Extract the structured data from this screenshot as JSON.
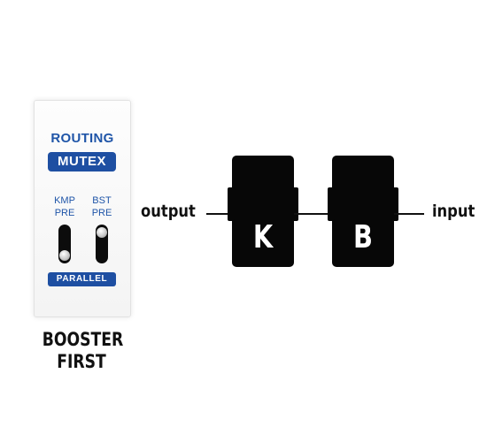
{
  "routing_panel": {
    "title": "ROUTING",
    "mode_badge": "MUTEX",
    "switch_left": {
      "line1": "KMP",
      "line2": "PRE"
    },
    "switch_right": {
      "line1": "BST",
      "line2": "PRE"
    },
    "parallel_badge": "PARALLEL"
  },
  "caption": {
    "line1": "BOOSTER",
    "line2": "FIRST"
  },
  "signal_chain": {
    "output_label": "output",
    "input_label": "input",
    "pedals": [
      {
        "letter": "K"
      },
      {
        "letter": "B"
      }
    ]
  },
  "colors": {
    "accent_blue": "#1e4fa2",
    "pedal_black": "#070707",
    "text_dark": "#111111"
  }
}
